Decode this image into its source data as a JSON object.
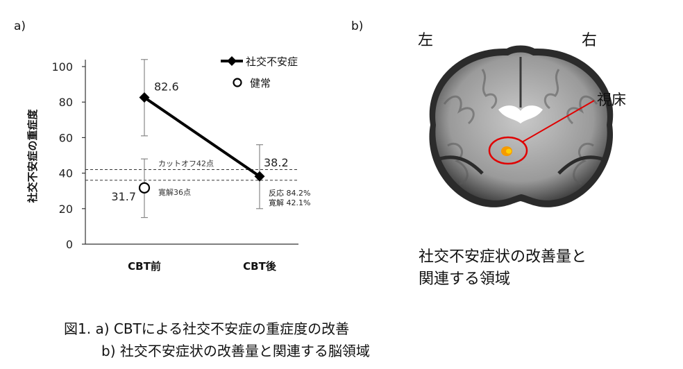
{
  "panel_a_label": "a)",
  "panel_b_label": "b)",
  "chart_data": {
    "type": "line",
    "ylabel": "社交不安症の重症度",
    "ylim": [
      0,
      100
    ],
    "yticks": [
      0,
      20,
      40,
      60,
      80,
      100
    ],
    "categories": [
      "CBT前",
      "CBT後"
    ],
    "series": [
      {
        "name": "社交不安症",
        "marker": "diamond",
        "values": [
          82.6,
          38.2
        ],
        "error_low": [
          61,
          20
        ],
        "error_high": [
          104,
          56
        ],
        "labels": [
          "82.6",
          "38.2"
        ]
      },
      {
        "name": "健常",
        "marker": "circle",
        "values": [
          31.7
        ],
        "error_low": [
          15
        ],
        "error_high": [
          48
        ],
        "labels": [
          "31.7"
        ]
      }
    ],
    "reference_lines": [
      {
        "value": 42,
        "label": "カットオフ42点"
      },
      {
        "value": 36,
        "label": "寛解36点"
      }
    ],
    "annotations": [
      {
        "text": "反応 84.2%"
      },
      {
        "text": "寛解 42.1%"
      }
    ]
  },
  "brain": {
    "left_label": "左",
    "right_label": "右",
    "region_label": "視床",
    "caption_line1": "社交不安症状の改善量と",
    "caption_line2": "関連する領域"
  },
  "figure_caption": {
    "line1": "図1. a) CBTによる社交不安症の重症度の改善",
    "line2": "b) 社交不安症状の改善量と関連する脳領域"
  }
}
